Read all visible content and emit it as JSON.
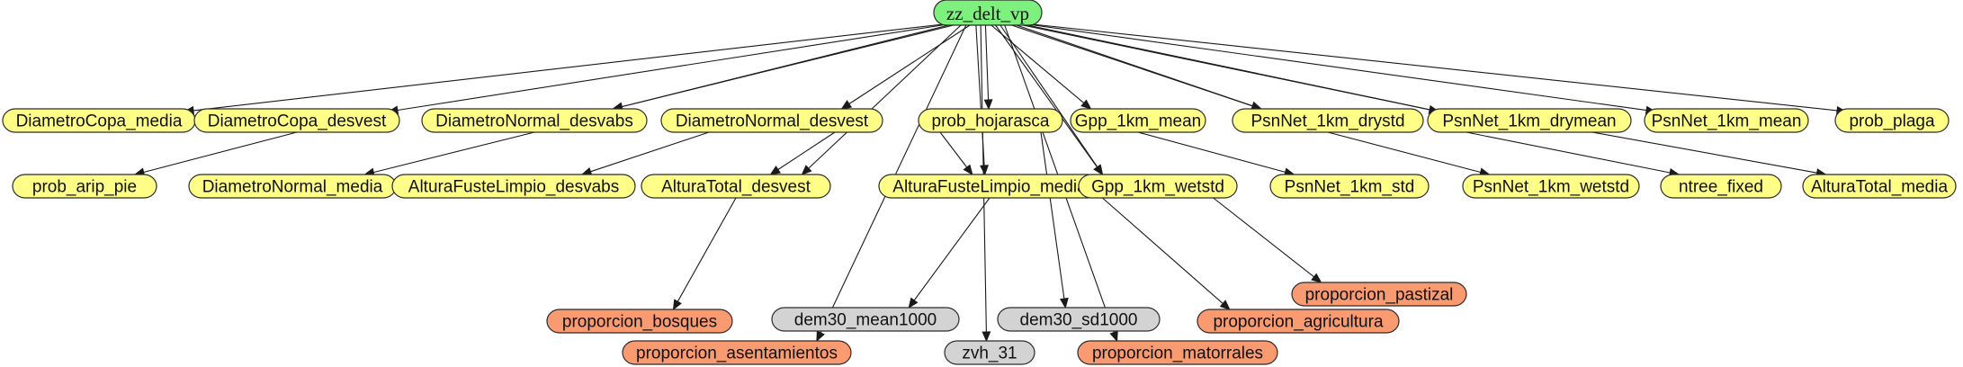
{
  "colors": {
    "root": "#7ef07e",
    "intermediate": "#ffff88",
    "leaf_orange": "#f99a70",
    "leaf_gray": "#d3d3d3"
  },
  "nodes": [
    {
      "id": "root",
      "label": "zz_delt_vp",
      "kind": "root"
    },
    {
      "id": "diametrocopa_media",
      "label": "DiametroCopa_media",
      "kind": "intermediate"
    },
    {
      "id": "diametrocopa_desvest",
      "label": "DiametroCopa_desvest",
      "kind": "intermediate"
    },
    {
      "id": "diametronormal_desvabs",
      "label": "DiametroNormal_desvabs",
      "kind": "intermediate"
    },
    {
      "id": "diametronormal_desvest",
      "label": "DiametroNormal_desvest",
      "kind": "intermediate"
    },
    {
      "id": "prob_hojarasca",
      "label": "prob_hojarasca",
      "kind": "intermediate"
    },
    {
      "id": "gpp_1km_mean",
      "label": "Gpp_1km_mean",
      "kind": "intermediate"
    },
    {
      "id": "psnnet_1km_drystd",
      "label": "PsnNet_1km_drystd",
      "kind": "intermediate"
    },
    {
      "id": "psnnet_1km_drymean",
      "label": "PsnNet_1km_drymean",
      "kind": "intermediate"
    },
    {
      "id": "psnnet_1km_mean",
      "label": "PsnNet_1km_mean",
      "kind": "intermediate"
    },
    {
      "id": "prob_plaga",
      "label": "prob_plaga",
      "kind": "intermediate"
    },
    {
      "id": "prob_arip_pie",
      "label": "prob_arip_pie",
      "kind": "intermediate"
    },
    {
      "id": "diametronormal_media",
      "label": "DiametroNormal_media",
      "kind": "intermediate"
    },
    {
      "id": "alturafustelimpio_desvabs",
      "label": "AlturaFusteLimpio_desvabs",
      "kind": "intermediate"
    },
    {
      "id": "alturatotal_desvest",
      "label": "AlturaTotal_desvest",
      "kind": "intermediate"
    },
    {
      "id": "alturafustelimpio_media",
      "label": "AlturaFusteLimpio_media",
      "kind": "intermediate"
    },
    {
      "id": "gpp_1km_wetstd",
      "label": "Gpp_1km_wetstd",
      "kind": "intermediate"
    },
    {
      "id": "psnnet_1km_std",
      "label": "PsnNet_1km_std",
      "kind": "intermediate"
    },
    {
      "id": "psnnet_1km_wetstd",
      "label": "PsnNet_1km_wetstd",
      "kind": "intermediate"
    },
    {
      "id": "ntree_fixed",
      "label": "ntree_fixed",
      "kind": "intermediate"
    },
    {
      "id": "alturatotal_media",
      "label": "AlturaTotal_media",
      "kind": "intermediate"
    },
    {
      "id": "proporcion_pastizal",
      "label": "proporcion_pastizal",
      "kind": "leaf_orange"
    },
    {
      "id": "proporcion_bosques",
      "label": "proporcion_bosques",
      "kind": "leaf_orange"
    },
    {
      "id": "dem30_mean1000",
      "label": "dem30_mean1000",
      "kind": "leaf_gray"
    },
    {
      "id": "dem30_sd1000",
      "label": "dem30_sd1000",
      "kind": "leaf_gray"
    },
    {
      "id": "proporcion_agricultura",
      "label": "proporcion_agricultura",
      "kind": "leaf_orange"
    },
    {
      "id": "proporcion_asentamientos",
      "label": "proporcion_asentamientos",
      "kind": "leaf_orange"
    },
    {
      "id": "zvh_31",
      "label": "zvh_31",
      "kind": "leaf_gray"
    },
    {
      "id": "proporcion_matorrales",
      "label": "proporcion_matorrales",
      "kind": "leaf_orange"
    }
  ],
  "edges": [
    [
      "root",
      "diametrocopa_media"
    ],
    [
      "root",
      "diametrocopa_desvest"
    ],
    [
      "root",
      "diametronormal_desvabs"
    ],
    [
      "root",
      "diametronormal_desvabs"
    ],
    [
      "root",
      "diametronormal_desvest"
    ],
    [
      "root",
      "prob_hojarasca"
    ],
    [
      "root",
      "gpp_1km_mean"
    ],
    [
      "root",
      "psnnet_1km_drystd"
    ],
    [
      "root",
      "psnnet_1km_drystd"
    ],
    [
      "root",
      "psnnet_1km_drymean"
    ],
    [
      "root",
      "psnnet_1km_drymean"
    ],
    [
      "root",
      "psnnet_1km_mean"
    ],
    [
      "root",
      "prob_plaga"
    ],
    [
      "root",
      "alturatotal_desvest"
    ],
    [
      "root",
      "alturafustelimpio_media"
    ],
    [
      "root",
      "gpp_1km_wetstd"
    ],
    [
      "root",
      "gpp_1km_wetstd"
    ],
    [
      "root",
      "proporcion_asentamientos"
    ],
    [
      "root",
      "zvh_31"
    ],
    [
      "root",
      "proporcion_matorrales"
    ],
    [
      "diametrocopa_desvest",
      "prob_arip_pie"
    ],
    [
      "diametronormal_desvabs",
      "diametronormal_media"
    ],
    [
      "diametronormal_desvest",
      "alturafustelimpio_desvabs"
    ],
    [
      "diametronormal_desvest",
      "alturatotal_desvest"
    ],
    [
      "prob_hojarasca",
      "alturafustelimpio_media"
    ],
    [
      "prob_hojarasca",
      "dem30_sd1000"
    ],
    [
      "gpp_1km_mean",
      "psnnet_1km_std"
    ],
    [
      "psnnet_1km_drystd",
      "psnnet_1km_wetstd"
    ],
    [
      "psnnet_1km_drymean",
      "ntree_fixed"
    ],
    [
      "psnnet_1km_drymean",
      "alturatotal_media"
    ],
    [
      "alturatotal_desvest",
      "proporcion_bosques"
    ],
    [
      "alturafustelimpio_media",
      "dem30_mean1000"
    ],
    [
      "gpp_1km_wetstd",
      "proporcion_pastizal"
    ],
    [
      "gpp_1km_wetstd",
      "proporcion_agricultura"
    ]
  ]
}
